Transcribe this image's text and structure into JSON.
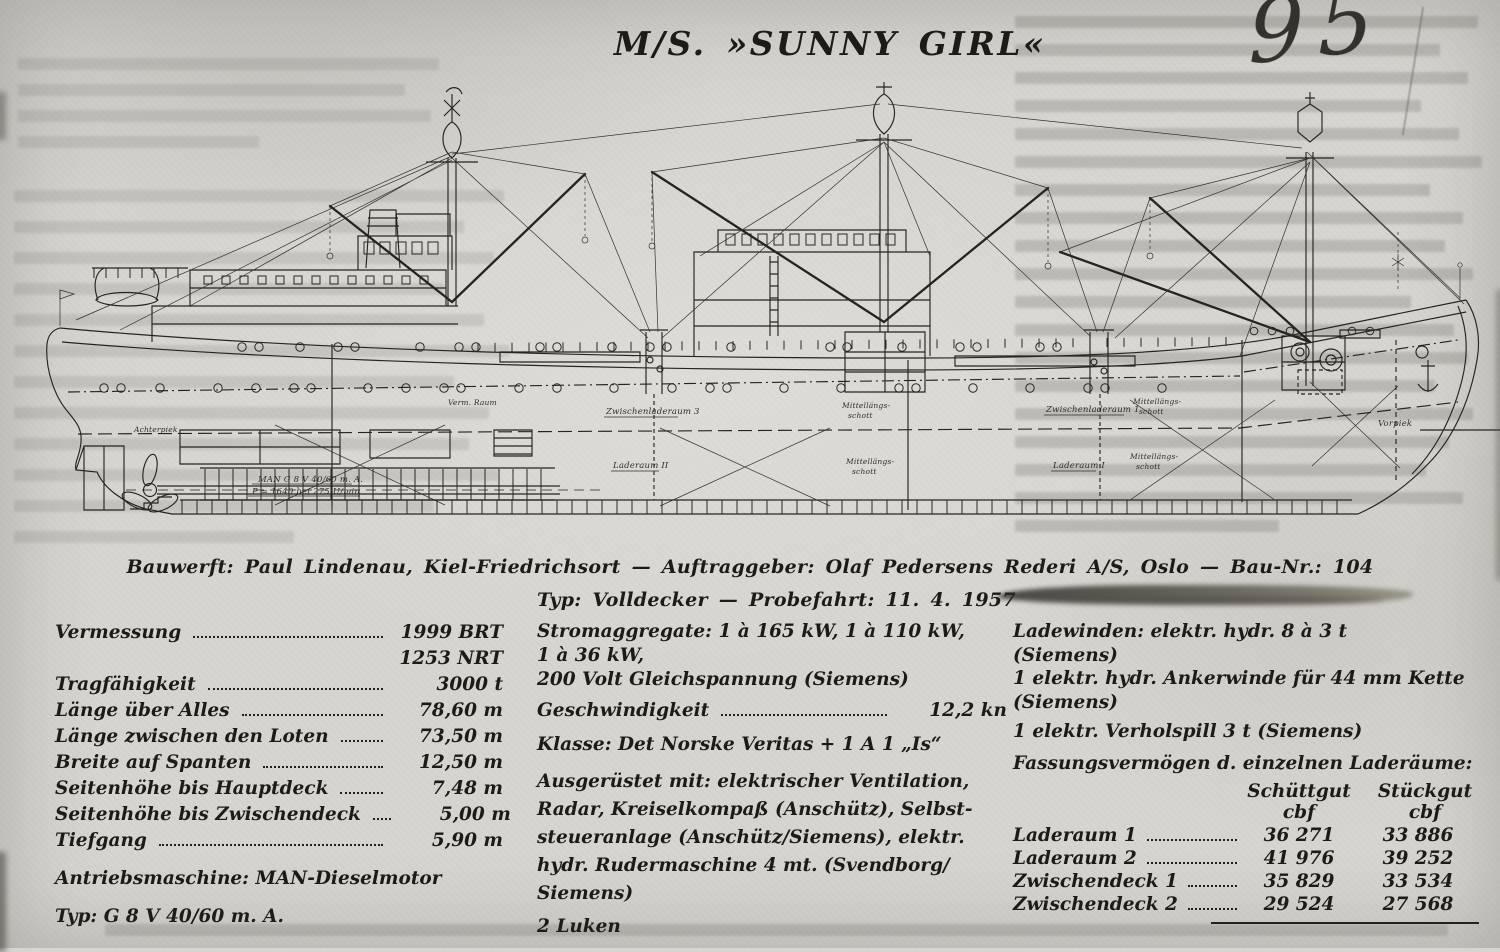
{
  "page": {
    "corner_number": "95",
    "title": "M/S. »SUNNY GIRL«",
    "builder_line": "Bauwerft: Paul Lindenau, Kiel-Friedrichsort — Auftraggeber: Olaf Pedersens Rederi A/S, Oslo — Bau-Nr.: 104",
    "type_line": "Typ: Volldecker — Probefahrt: 11. 4. 1957"
  },
  "specs_left": {
    "rows": [
      {
        "label": "Vermessung",
        "value": "1999 BRT"
      },
      {
        "label": "",
        "value": "1253 NRT"
      },
      {
        "label": "Tragfähigkeit",
        "value": "3000 t"
      },
      {
        "label": "Länge über Alles",
        "value": "78,60 m"
      },
      {
        "label": "Länge zwischen den Loten",
        "value": "73,50 m"
      },
      {
        "label": "Breite auf Spanten",
        "value": "12,50 m"
      },
      {
        "label": "Seitenhöhe bis Hauptdeck",
        "value": "7,48 m"
      },
      {
        "label": "Seitenhöhe bis Zwischendeck",
        "value": "5,00 m"
      },
      {
        "label": "Tiefgang",
        "value": "5,90 m"
      }
    ],
    "engine_lines": [
      "Antriebsmaschine: MAN-Dieselmotor",
      "Typ: G 8 V 40/60 m. A."
    ]
  },
  "specs_middle": {
    "power_lines": [
      "Stromaggregate: 1 à 165 kW, 1 à 110 kW,",
      "1 à 36 kW,",
      "200 Volt Gleichspannung (Siemens)"
    ],
    "speed": {
      "label": "Geschwindigkeit",
      "value": "12,2 kn"
    },
    "class_line": "Klasse: Det Norske Veritas + 1 A 1 „Is“",
    "equipment_lines": [
      "Ausgerüstet mit: elektrischer Ventilation,",
      "Radar, Kreiselkompaß (Anschütz), Selbst-",
      "steueranlage (Anschütz/Siemens), elektr.",
      "hydr. Rudermaschine 4 mt. (Svendborg/",
      "Siemens)"
    ],
    "hatches_line": "2 Luken"
  },
  "specs_right": {
    "winch_lines": [
      "Ladewinden: elektr. hydr. 8 à 3 t",
      "(Siemens)",
      "1 elektr. hydr. Ankerwinde für 44 mm Kette",
      "(Siemens)",
      "1 elektr. Verholspill 3 t (Siemens)"
    ],
    "capacity_heading": "Fassungsvermögen d. einzelnen Laderäume:",
    "capacity_table": {
      "columns": [
        {
          "title": "Schüttgut",
          "unit": "cbf"
        },
        {
          "title": "Stückgut",
          "unit": "cbf"
        }
      ],
      "rows": [
        {
          "label": "Laderaum 1",
          "bulk": "36 271",
          "general": "33 886"
        },
        {
          "label": "Laderaum 2",
          "bulk": "41 976",
          "general": "39 252"
        },
        {
          "label": "Zwischendeck 1",
          "bulk": "35 829",
          "general": "33 534"
        },
        {
          "label": "Zwischendeck 2",
          "bulk": "29 524",
          "general": "27 568"
        }
      ]
    }
  },
  "drawing": {
    "labels": {
      "achterpiek": "Achterpiek",
      "verm_raum": "Verm. Raum",
      "engine1": "MAN G 8 V 40/60 m. A.",
      "engine2": "P = 1640 bei 275 U/min",
      "zwischenladeraum3": "Zwischenladeraum 3",
      "laderaum2": "Laderaum II",
      "zwischenladeraum1": "Zwischenladeraum 1",
      "laderaum1": "Laderaum I",
      "vorpiek": "Vorpiek",
      "schott_top": "Mittellängs-",
      "schott_bottom": "schott"
    }
  }
}
